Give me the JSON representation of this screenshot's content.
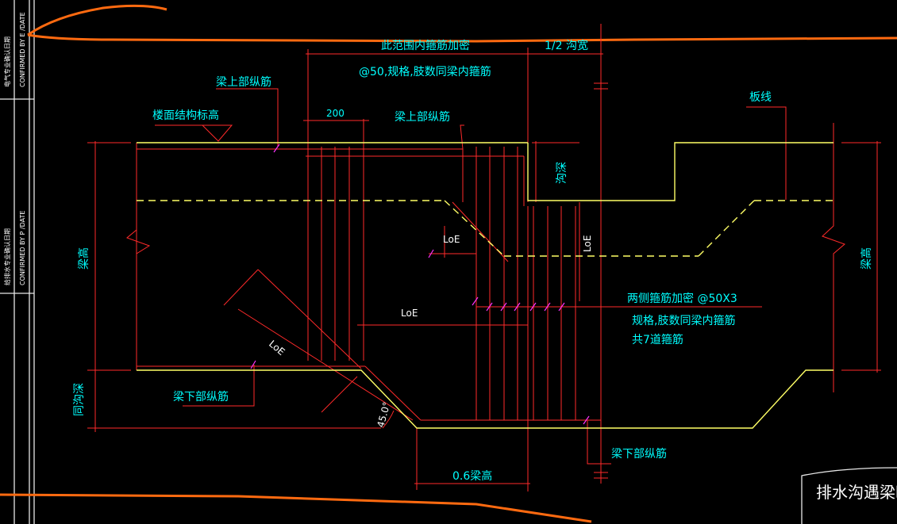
{
  "labels": {
    "range_note": "此范围内箍筋加密",
    "half_width": "1/2 沟宽",
    "spacing_note": "@50,规格,肢数同梁内箍筋",
    "top_bar_1": "梁上部纵筋",
    "top_bar_2": "梁上部纵筋",
    "floor_level": "楼面结构标高",
    "dim_200": "200",
    "slab_line": "板线",
    "trench_depth": "沟深",
    "loe_1": "LoE",
    "loe_2": "LoE",
    "loe_3": "LoE",
    "loe_4": "LoE",
    "beam_height_left": "梁高",
    "beam_height_right": "梁高",
    "both_sides_1": "两侧箍筋加密 @50X3",
    "both_sides_2": "规格,肢数同梁内箍筋",
    "both_sides_3": "共7道箍筋",
    "bottom_bar_1": "梁下部纵筋",
    "bottom_bar_2": "梁下部纵筋",
    "same_trench_depth": "同沟深",
    "angle": "45.0°",
    "dim_06": "0.6梁高",
    "drawing_title": "排水沟遇梁时打"
  },
  "sidebar": {
    "confirmed_e": "CONFIRMED BY E /DATE",
    "confirmed_p": "CONFIRMED BY P /DATE",
    "note_1": "电气专业确认日期",
    "note_2": "给排水专业确认日期"
  },
  "colors": {
    "background": "#000000",
    "dimension_lines": "#ff2a2a",
    "outline": "#ffff66",
    "text": "#00ffff",
    "border": "#ff6a10",
    "ticks": "#ff33ff"
  }
}
